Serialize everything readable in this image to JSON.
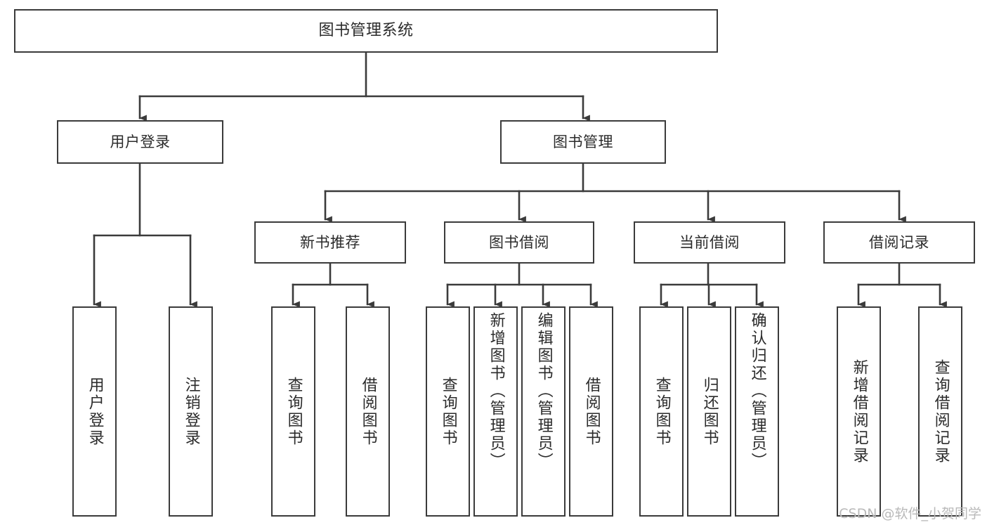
{
  "diagram": {
    "type": "tree",
    "title": "图书管理系统",
    "watermark": "CSDN @软件_小贺同学",
    "colors": {
      "box_border": "#3b3b3b",
      "box_fill": "#ffffff",
      "connector": "#3b3b3b",
      "text": "#2b2b2b",
      "watermark": "#b9b9b9",
      "background": "#ffffff"
    },
    "nodes": {
      "root": {
        "label": "图书管理系统"
      },
      "level2": [
        {
          "label": "用户登录"
        },
        {
          "label": "图书管理"
        }
      ],
      "level3": [
        {
          "label": "新书推荐"
        },
        {
          "label": "图书借阅"
        },
        {
          "label": "当前借阅"
        },
        {
          "label": "借阅记录"
        }
      ],
      "leaves": {
        "user_login": [
          {
            "label": "用户登录"
          },
          {
            "label": "注销登录"
          }
        ],
        "new_book_recommend": [
          {
            "label": "查询图书"
          },
          {
            "label": "借阅图书"
          }
        ],
        "book_borrow": [
          {
            "label": "查询图书"
          },
          {
            "label": "新增图书（管理员）"
          },
          {
            "label": "编辑图书（管理员）"
          },
          {
            "label": "借阅图书"
          }
        ],
        "current_borrow": [
          {
            "label": "查询图书"
          },
          {
            "label": "归还图书"
          },
          {
            "label": "确认归还（管理员）"
          }
        ],
        "borrow_record": [
          {
            "label": "新增借阅记录"
          },
          {
            "label": "查询借阅记录"
          }
        ]
      }
    }
  }
}
